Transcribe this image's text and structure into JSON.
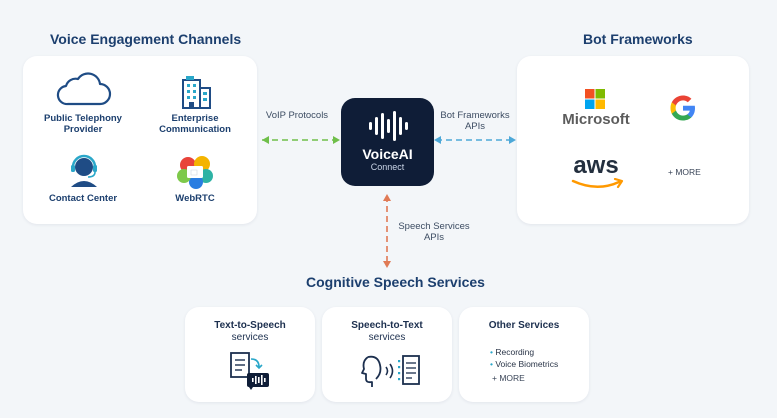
{
  "headings": {
    "voice_channels": "Voice Engagement Channels",
    "bot_frameworks": "Bot Frameworks",
    "cognitive": "Cognitive Speech Services"
  },
  "channels": [
    {
      "label": "Public Telephony Provider",
      "icon": "cloud-icon"
    },
    {
      "label": "Enterprise Communication",
      "icon": "building-icon"
    },
    {
      "label": "Contact Center",
      "icon": "headset-agent-icon"
    },
    {
      "label": "WebRTC",
      "icon": "webrtc-logo-icon"
    }
  ],
  "connectors": {
    "voip": "VoIP Protocols",
    "bot_apis": "Bot Frameworks APIs",
    "speech_apis": "Speech Services APIs"
  },
  "hub": {
    "name": "VoiceAI",
    "sub": "Connect"
  },
  "bots": {
    "microsoft": "Microsoft",
    "aws": "aws",
    "more": "+ MORE"
  },
  "cards": [
    {
      "title": "Text-to-Speech",
      "sub": "services",
      "icon": "document-speech-icon"
    },
    {
      "title": "Speech-to-Text",
      "sub": "services",
      "icon": "speaker-to-document-icon"
    },
    {
      "title": "Other Services",
      "bullets": [
        "Recording",
        "Voice Biometrics"
      ],
      "more": "+ MORE"
    }
  ],
  "colors": {
    "heading": "#1c3f6e",
    "hub_bg": "#0f1d37",
    "voip_arrow": "#6fbf4a",
    "bot_arrow": "#4da8d8",
    "speech_arrow": "#e07a55"
  }
}
